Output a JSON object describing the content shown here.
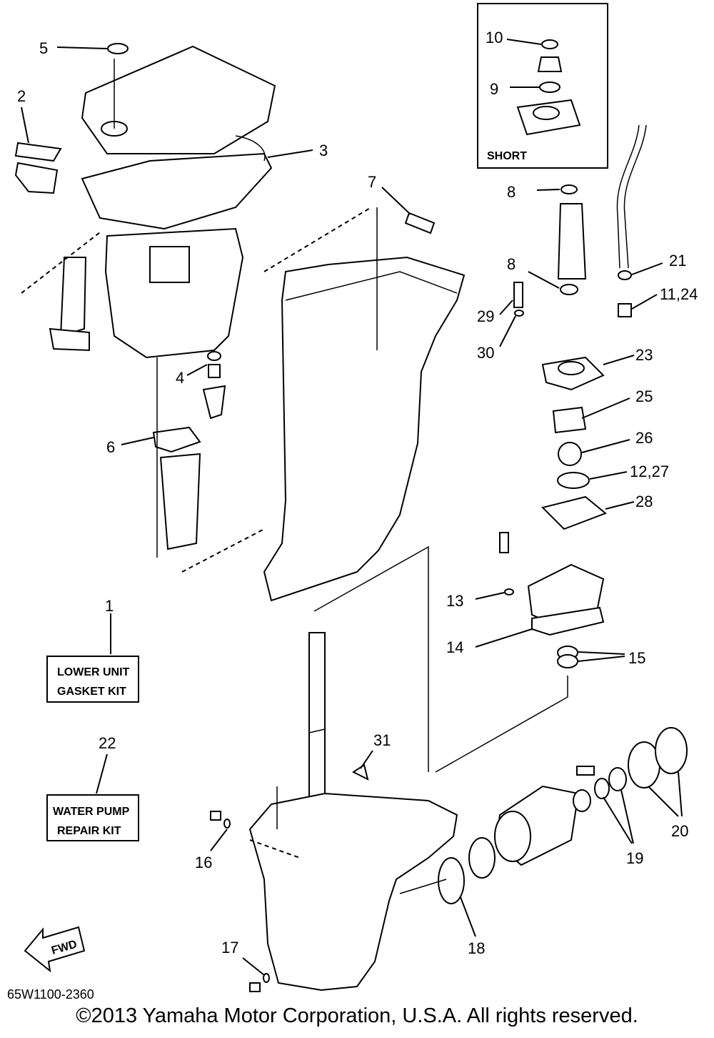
{
  "diagram": {
    "callouts": [
      "1",
      "2",
      "3",
      "4",
      "5",
      "6",
      "7",
      "8",
      "8",
      "9",
      "10",
      "11,24",
      "12,27",
      "13",
      "14",
      "15",
      "16",
      "17",
      "18",
      "19",
      "20",
      "21",
      "22",
      "23",
      "25",
      "26",
      "28",
      "29",
      "30",
      "31"
    ],
    "short_box_label": "SHORT",
    "kit_lower_unit": [
      "LOWER UNIT",
      "GASKET KIT"
    ],
    "kit_water_pump": [
      "WATER PUMP",
      "REPAIR KIT"
    ],
    "fwd_label": "FWD",
    "diagram_code": "65W1100-2360"
  },
  "footer": {
    "copyright": "©2013 Yamaha Motor Corporation, U.S.A. All rights reserved."
  }
}
